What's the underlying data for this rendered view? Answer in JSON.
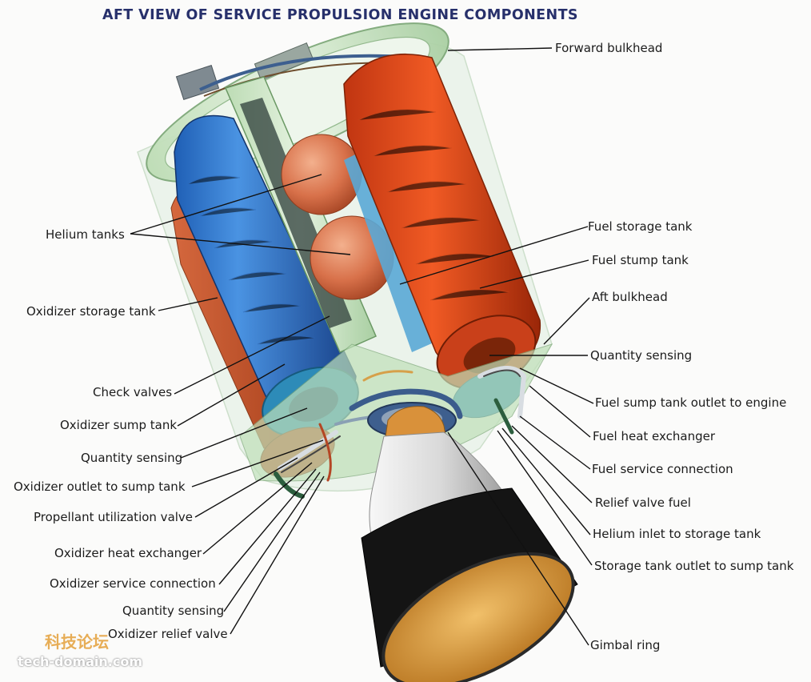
{
  "title": "AFT VIEW OF SERVICE PROPULSION ENGINE COMPONENTS",
  "labels": {
    "forward_bulkhead": "Forward bulkhead",
    "helium_tanks": "Helium tanks",
    "fuel_storage_tank": "Fuel storage tank",
    "fuel_stump_tank": "Fuel stump tank",
    "aft_bulkhead": "Aft bulkhead",
    "oxidizer_storage_tank": "Oxidizer storage tank",
    "quantity_sensing_fuel": "Quantity sensing",
    "fuel_sump_tank_outlet": "Fuel sump tank outlet to engine",
    "check_valves": "Check valves",
    "fuel_heat_exchanger": "Fuel heat exchanger",
    "oxidizer_sump_tank": "Oxidizer sump tank",
    "fuel_service_connection": "Fuel service connection",
    "quantity_sensing_ox": "Quantity sensing",
    "oxidizer_outlet_to_sump_tank": "Oxidizer outlet to sump tank",
    "relief_valve_fuel": "Relief valve fuel",
    "propellant_utilization_valve": "Propellant utilization valve",
    "helium_inlet_to_storage_tank": "Helium inlet to storage tank",
    "oxidizer_heat_exchanger": "Oxidizer heat exchanger",
    "storage_tank_outlet_to_sump_tank": "Storage tank outlet to sump tank",
    "oxidizer_service_connection": "Oxidizer service connection",
    "quantity_sensing_ox_2": "Quantity sensing",
    "oxidizer_relief_valve": "Oxidizer relief valve",
    "gimbal_ring": "Gimbal ring"
  },
  "watermark": {
    "chinese": "科技论坛",
    "site": "tech-domain.com"
  },
  "colors": {
    "title": "#27306b",
    "oxidizer_tank": "#2f73c8",
    "fuel_tank": "#e0481c",
    "helium_tank": "#d9785a",
    "structure": "#cfe7c8",
    "nozzle_skirt": "#1a1a1a",
    "nozzle_interior": "#d99a3c"
  }
}
